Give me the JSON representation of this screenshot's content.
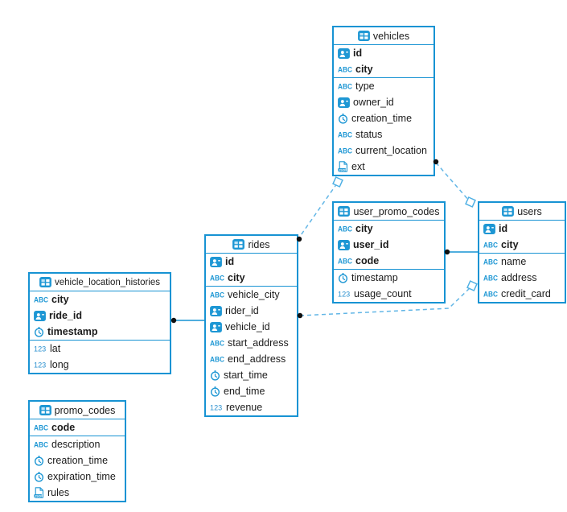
{
  "diagram": {
    "colors": {
      "box_border_blue": "#1793d3",
      "icon_blue": "#1e97d4",
      "dashed_line_blue": "#62b6e6",
      "connector_dot": "#101010",
      "text": "#1b1b1b",
      "background": "#ffffff"
    },
    "tables": [
      {
        "name": "vehicles",
        "icon": "table-icon",
        "columns": [
          {
            "name": "id",
            "icon": "person-id-icon",
            "pk": true
          },
          {
            "name": "city",
            "icon": "abc-text-icon",
            "pk": true
          },
          {
            "name": "type",
            "icon": "abc-text-icon",
            "pk": false
          },
          {
            "name": "owner_id",
            "icon": "person-id-icon",
            "pk": false
          },
          {
            "name": "creation_time",
            "icon": "clock-time-icon",
            "pk": false
          },
          {
            "name": "status",
            "icon": "abc-text-icon",
            "pk": false
          },
          {
            "name": "current_location",
            "icon": "abc-text-icon",
            "pk": false
          },
          {
            "name": "ext",
            "icon": "json-doc-icon",
            "pk": false
          }
        ]
      },
      {
        "name": "user_promo_codes",
        "icon": "table-icon",
        "columns": [
          {
            "name": "city",
            "icon": "abc-text-icon",
            "pk": true
          },
          {
            "name": "user_id",
            "icon": "person-id-icon",
            "pk": true
          },
          {
            "name": "code",
            "icon": "abc-text-icon",
            "pk": true
          },
          {
            "name": "timestamp",
            "icon": "clock-time-icon",
            "pk": false
          },
          {
            "name": "usage_count",
            "icon": "numeric-123-icon",
            "pk": false
          }
        ]
      },
      {
        "name": "users",
        "icon": "table-icon",
        "columns": [
          {
            "name": "id",
            "icon": "person-id-icon",
            "pk": true
          },
          {
            "name": "city",
            "icon": "abc-text-icon",
            "pk": true
          },
          {
            "name": "name",
            "icon": "abc-text-icon",
            "pk": false
          },
          {
            "name": "address",
            "icon": "abc-text-icon",
            "pk": false
          },
          {
            "name": "credit_card",
            "icon": "abc-text-icon",
            "pk": false
          }
        ]
      },
      {
        "name": "rides",
        "icon": "table-icon",
        "columns": [
          {
            "name": "id",
            "icon": "person-id-icon",
            "pk": true
          },
          {
            "name": "city",
            "icon": "abc-text-icon",
            "pk": true
          },
          {
            "name": "vehicle_city",
            "icon": "abc-text-icon",
            "pk": false
          },
          {
            "name": "rider_id",
            "icon": "person-id-icon",
            "pk": false
          },
          {
            "name": "vehicle_id",
            "icon": "person-id-icon",
            "pk": false
          },
          {
            "name": "start_address",
            "icon": "abc-text-icon",
            "pk": false
          },
          {
            "name": "end_address",
            "icon": "abc-text-icon",
            "pk": false
          },
          {
            "name": "start_time",
            "icon": "clock-time-icon",
            "pk": false
          },
          {
            "name": "end_time",
            "icon": "clock-time-icon",
            "pk": false
          },
          {
            "name": "revenue",
            "icon": "numeric-123-icon",
            "pk": false
          }
        ]
      },
      {
        "name": "vehicle_location_histories",
        "icon": "table-icon",
        "columns": [
          {
            "name": "city",
            "icon": "abc-text-icon",
            "pk": true
          },
          {
            "name": "ride_id",
            "icon": "person-id-icon",
            "pk": true
          },
          {
            "name": "timestamp",
            "icon": "clock-time-icon",
            "pk": true
          },
          {
            "name": "lat",
            "icon": "numeric-123-icon",
            "pk": false
          },
          {
            "name": "long",
            "icon": "numeric-123-icon",
            "pk": false
          }
        ]
      },
      {
        "name": "promo_codes",
        "icon": "table-icon",
        "columns": [
          {
            "name": "code",
            "icon": "abc-text-icon",
            "pk": true
          },
          {
            "name": "description",
            "icon": "abc-text-icon",
            "pk": false
          },
          {
            "name": "creation_time",
            "icon": "clock-time-icon",
            "pk": false
          },
          {
            "name": "expiration_time",
            "icon": "clock-time-icon",
            "pk": false
          },
          {
            "name": "rules",
            "icon": "json-doc-icon",
            "pk": false
          }
        ]
      }
    ],
    "relationships": [
      {
        "dot_end": "rides",
        "diamond_end": "vehicles",
        "line": "dashed"
      },
      {
        "dot_end": "vehicles",
        "diamond_end": "users",
        "line": "dashed"
      },
      {
        "dot_end": "rides",
        "diamond_end": "users",
        "line": "dashed"
      },
      {
        "dot_end": "user_promo_codes",
        "plain_end": "users",
        "line": "solid"
      },
      {
        "dot_end": "vehicle_location_histories",
        "plain_end": "rides",
        "line": "solid"
      }
    ]
  }
}
